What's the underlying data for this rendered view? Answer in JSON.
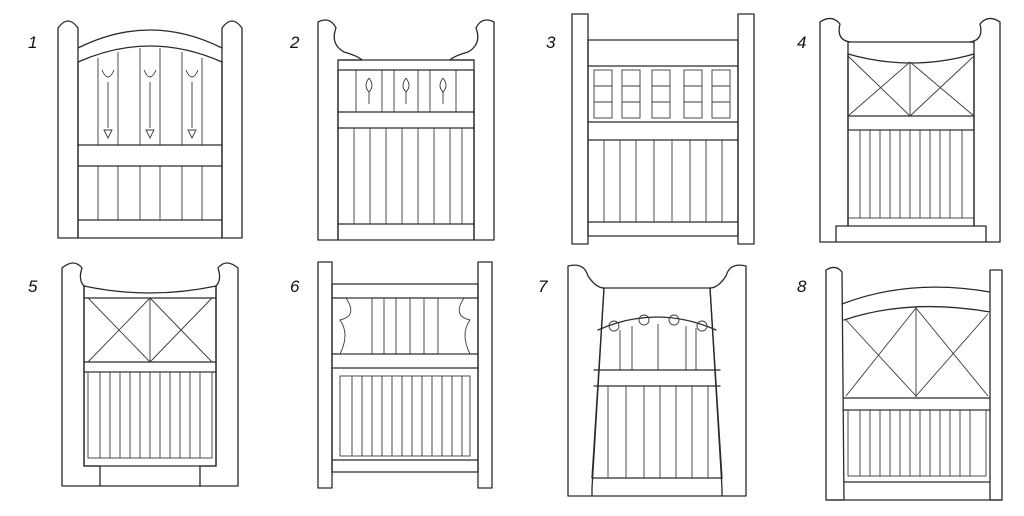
{
  "figure": {
    "gates": [
      {
        "label": "1"
      },
      {
        "label": "2"
      },
      {
        "label": "3"
      },
      {
        "label": "4"
      },
      {
        "label": "5"
      },
      {
        "label": "6"
      },
      {
        "label": "7"
      },
      {
        "label": "8"
      }
    ],
    "colors": {
      "line": "#2a2a2a",
      "background": "#ffffff"
    }
  }
}
